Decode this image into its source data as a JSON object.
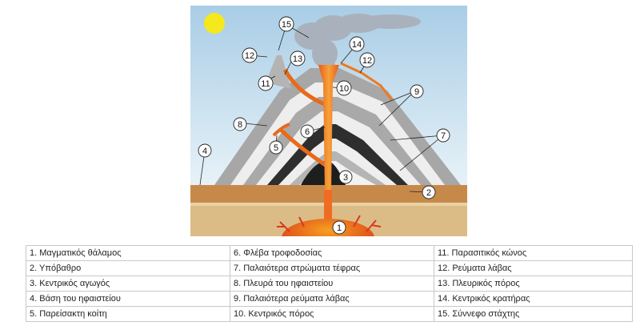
{
  "callouts": [
    "1",
    "2",
    "3",
    "4",
    "5",
    "6",
    "7",
    "8",
    "9",
    "10",
    "11",
    "12",
    "13",
    "14",
    "15"
  ],
  "legend": [
    [
      "1. Μαγματικός θάλαμος",
      "6. Φλέβα τροφοδοσίας",
      "11. Παρασιτικός κώνος"
    ],
    [
      "2. Υπόβαθρο",
      "7. Παλαιότερα στρώματα τέφρας",
      "12. Ρεύματα λάβας"
    ],
    [
      "3. Κεντρικός αγωγός",
      "8. Πλευρά του ηφαιστείου",
      "13. Πλευρικός πόρος"
    ],
    [
      "4. Βάση του ηφαιστείου",
      "9. Παλαιότερα ρεύματα λάβας",
      "14. Κεντρικός κρατήρας"
    ],
    [
      "5. Παρείσακτη κοίτη",
      "10. Κεντρικός πόρος",
      "15. Σύννεφο στάχτης"
    ]
  ],
  "colors": {
    "sky": "#bcd8ea",
    "sun": "#f5e81c",
    "ash_cloud": "#aab3bd",
    "cone_gray": "#a9a9a9",
    "cone_white": "#ededed",
    "dark_layer": "#2e2e2e",
    "bedrock": "#c18a48",
    "ground": "#d9b780",
    "magma": "#e84a1c",
    "lava": "#f07a20"
  },
  "icons": {
    "sun": "sun-icon",
    "cloud": "ash-cloud-icon"
  }
}
